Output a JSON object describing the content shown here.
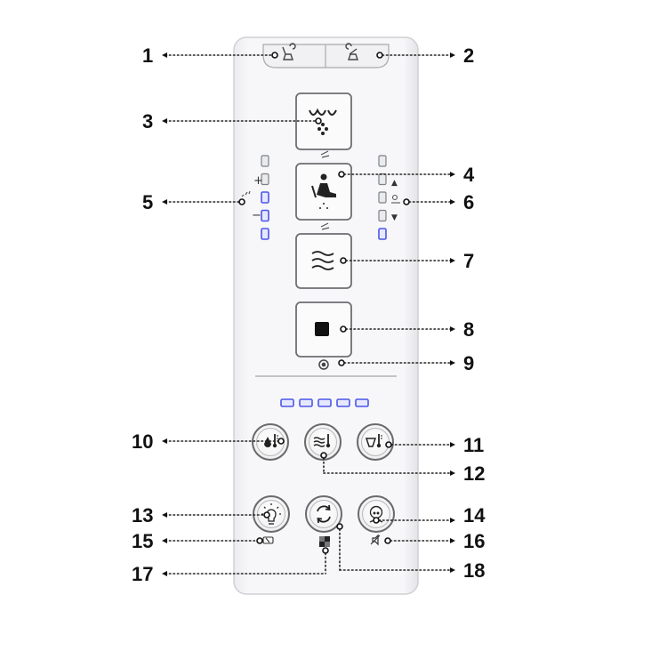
{
  "callouts": {
    "c1": "1",
    "c2": "2",
    "c3": "3",
    "c4": "4",
    "c5": "5",
    "c6": "6",
    "c7": "7",
    "c8": "8",
    "c9": "9",
    "c10": "10",
    "c11": "11",
    "c12": "12",
    "c13": "13",
    "c14": "14",
    "c15": "15",
    "c16": "16",
    "c17": "17",
    "c18": "18"
  },
  "panel": {
    "plus_sign": "+",
    "minus_sign": "−",
    "up_arrow": "▲",
    "down_arrow": "▼"
  },
  "indicators": {
    "left_column_lit": [
      false,
      false,
      true,
      true,
      true
    ],
    "right_column_lit": [
      false,
      false,
      false,
      false,
      true
    ],
    "bottom_row_lit": [
      true,
      true,
      true,
      true,
      true
    ],
    "led_color": "#4b55e8"
  },
  "icons": {
    "top_left": "lid-open-icon",
    "top_right": "lid-close-icon",
    "btn3": "rear-wash-icon",
    "btn4": "seated-spray-icon",
    "btn7": "air-dry-icon",
    "btn8": "stop-icon",
    "ind9": "deodorize-icon",
    "btn10": "water-temperature-icon",
    "btn11": "seat-temperature-icon",
    "btn12": "air-temperature-icon",
    "btn13": "night-light-icon",
    "btn14": "child-mode-icon",
    "btn17": "cycle-icon"
  }
}
